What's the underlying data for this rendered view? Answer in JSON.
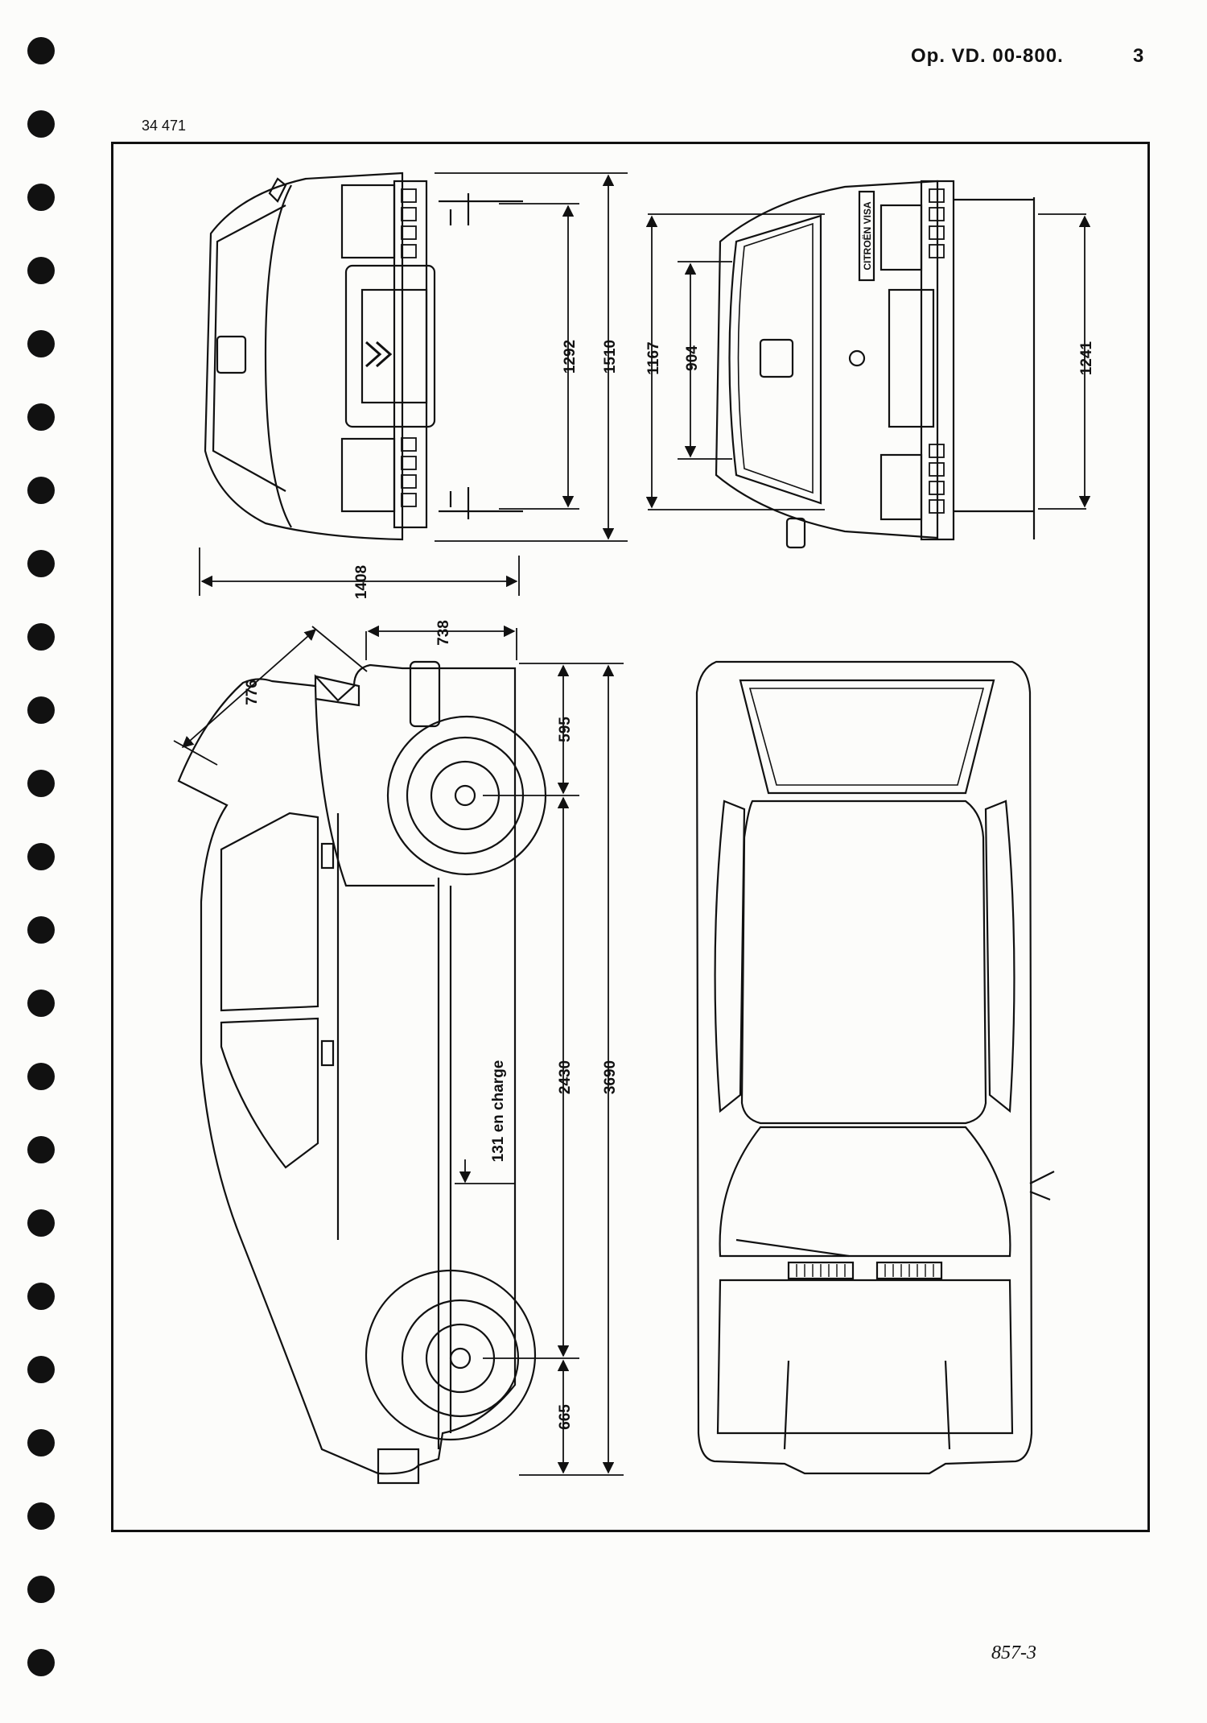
{
  "header": {
    "reference": "Op. VD. 00-800.",
    "page_number": "3"
  },
  "figure": {
    "number": "34 471"
  },
  "footer": {
    "code": "857-3"
  },
  "brand": {
    "badge": "CITROËN VISA"
  },
  "dimensions": {
    "front_track": "1292",
    "overall_height": "1510",
    "overall_width": "1408",
    "tailgate_height": "1167",
    "tailgate_opening": "904",
    "rear_track": "1241",
    "rear_overhang": "738",
    "tailgate_arc": "776",
    "front_axle_offset": "595",
    "ground_clearance": "131 en charge",
    "wheelbase": "2430",
    "overall_length": "3690",
    "front_overhang": "665"
  }
}
